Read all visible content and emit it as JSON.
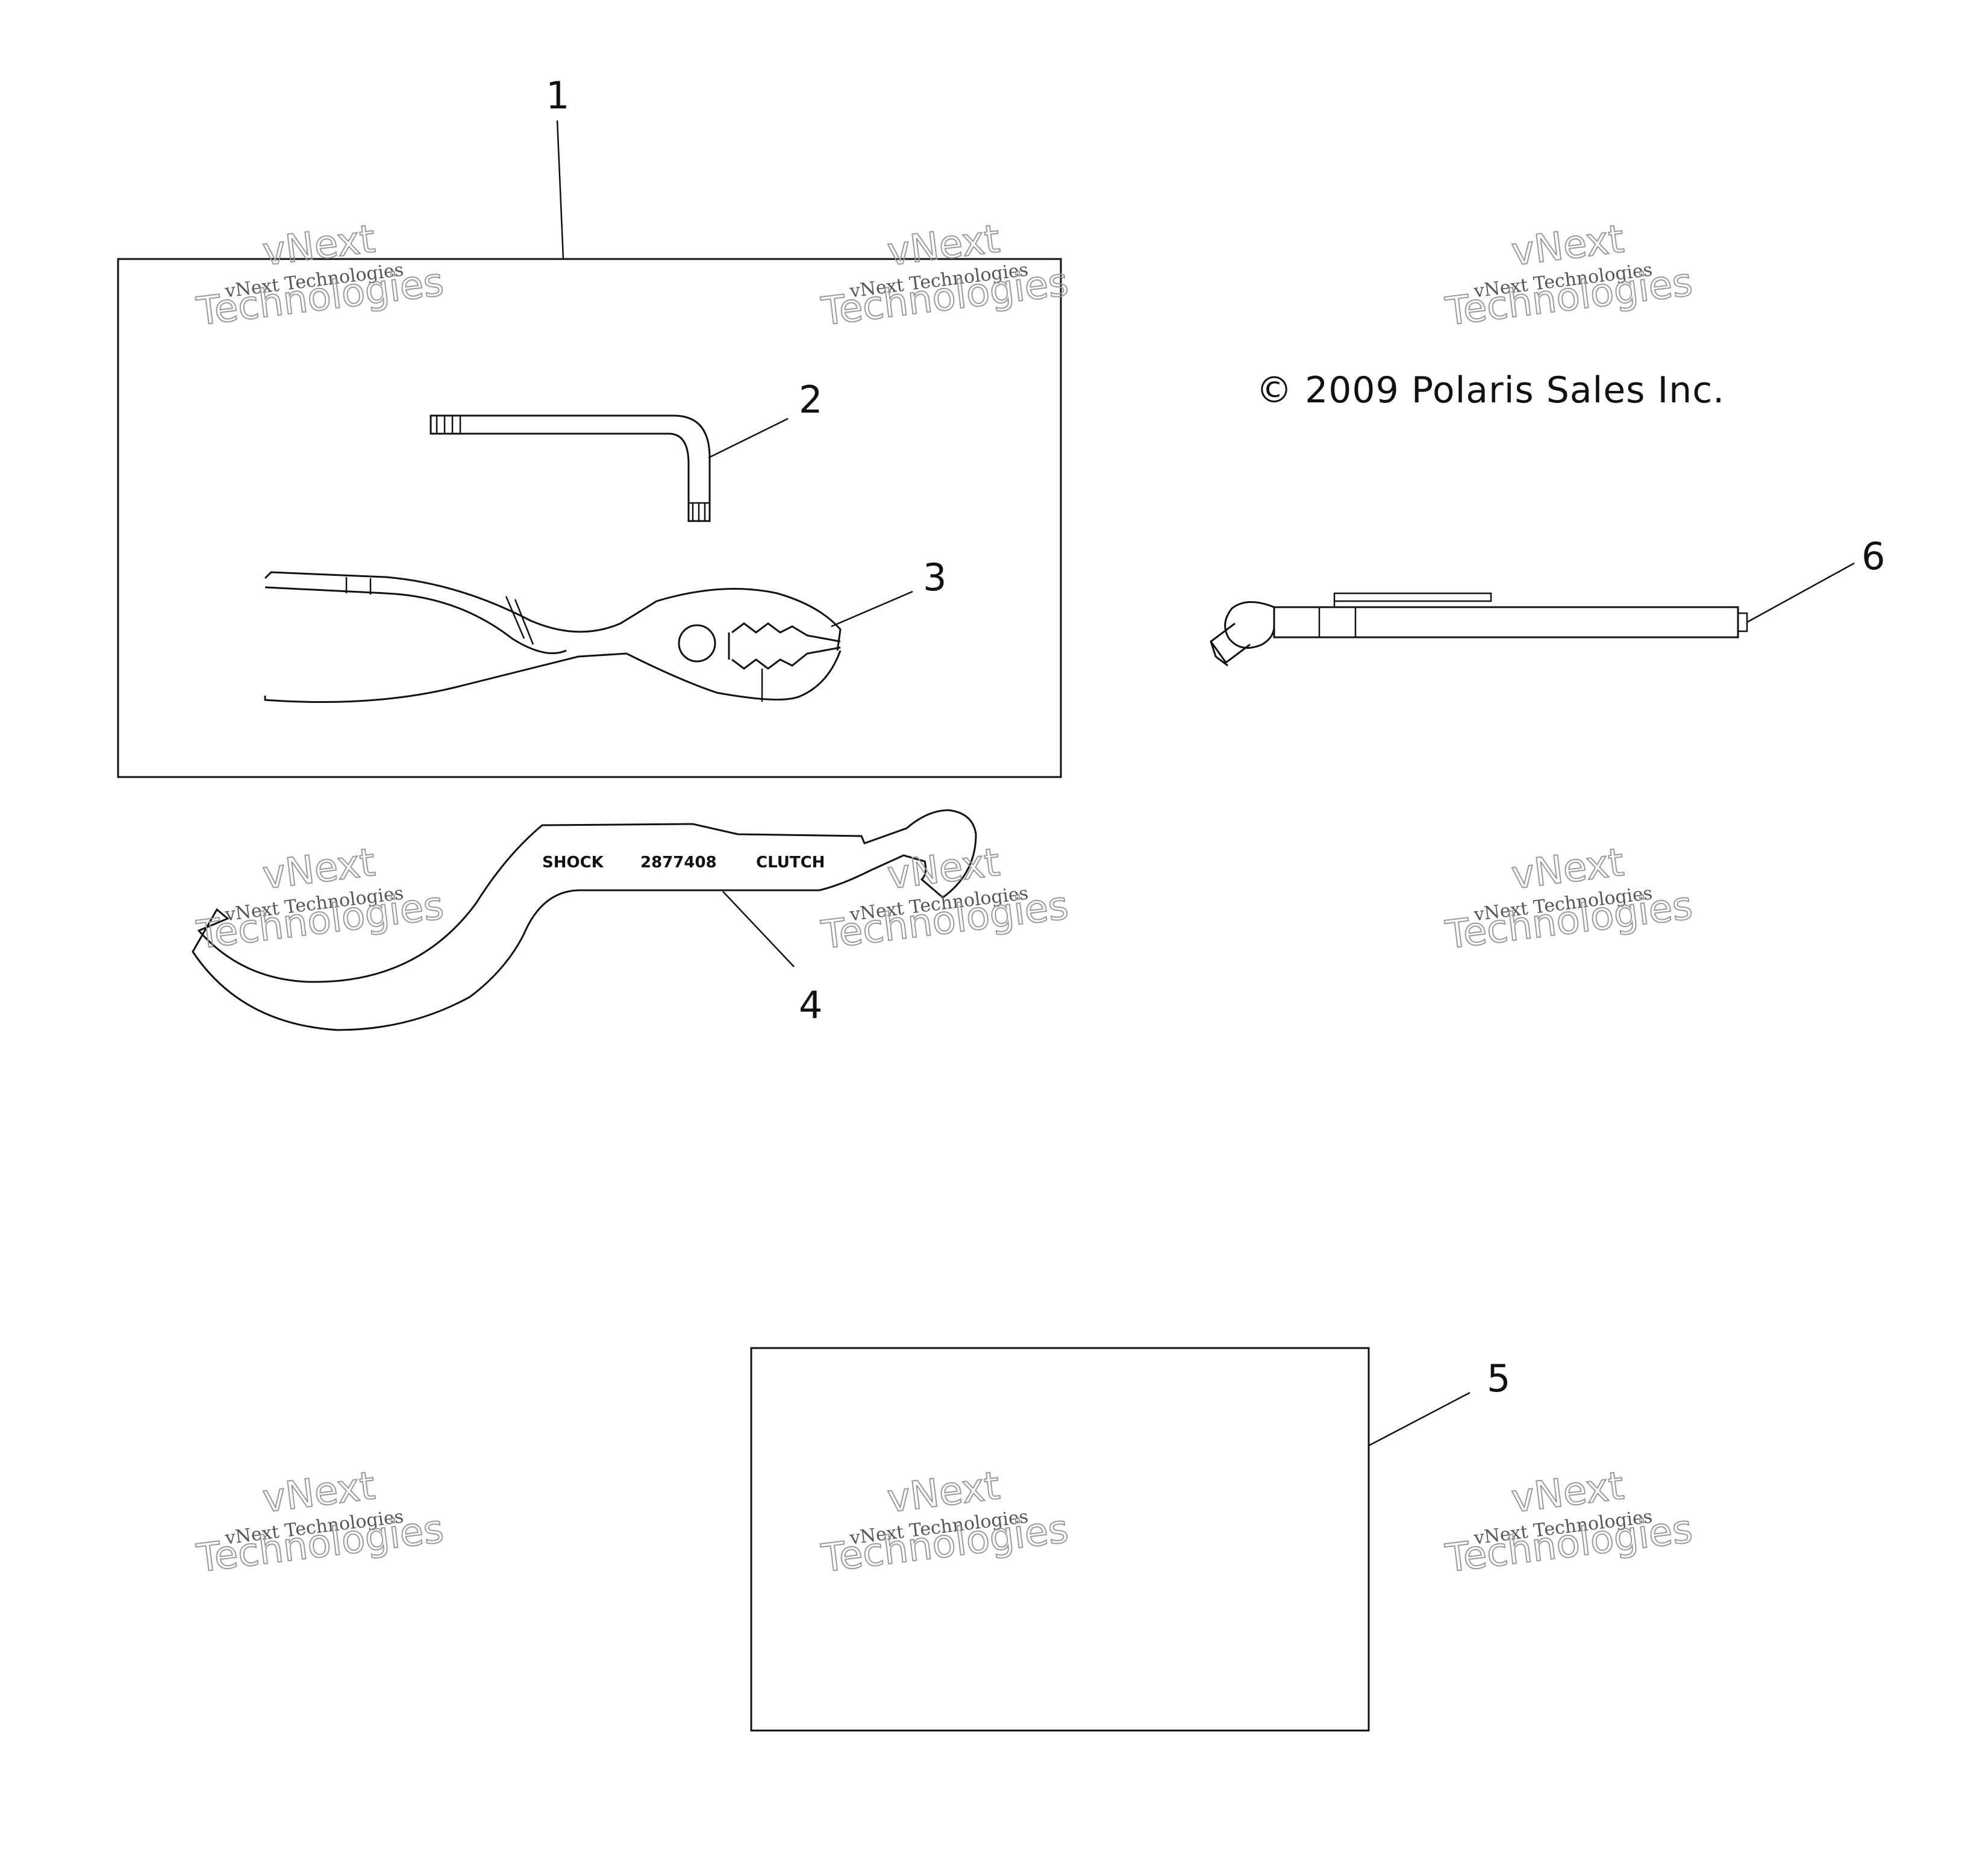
{
  "callouts": [
    "1",
    "2",
    "3",
    "4",
    "5",
    "6"
  ],
  "copyright": "© 2009 Polaris Sales Inc.",
  "wrench": {
    "label_left": "SHOCK",
    "label_part": "2877408",
    "label_right": "CLUTCH"
  },
  "watermark": {
    "line1": "vNext Technologies",
    "line2_top": "vNext",
    "line2_bottom": "Technologies"
  }
}
